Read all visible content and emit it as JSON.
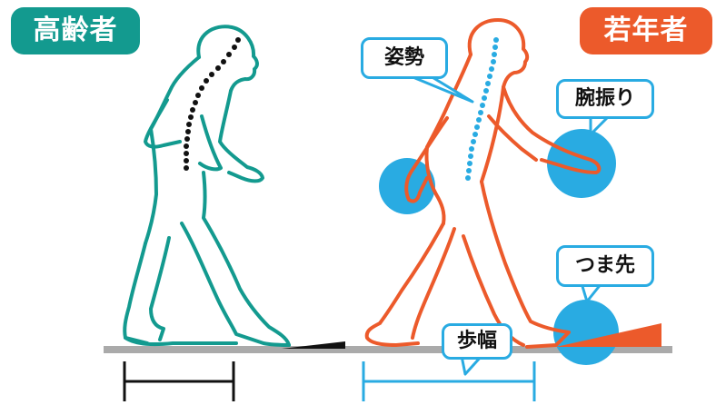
{
  "labels": {
    "elderly": "高齢者",
    "young": "若年者",
    "posture": "姿勢",
    "arm_swing": "腕振り",
    "toe": "つま先",
    "stride": "歩幅"
  },
  "colors": {
    "elderly": "#139a8f",
    "young": "#ec5a2b",
    "highlight": "#29abe2",
    "ground": "#aaaaaa"
  }
}
